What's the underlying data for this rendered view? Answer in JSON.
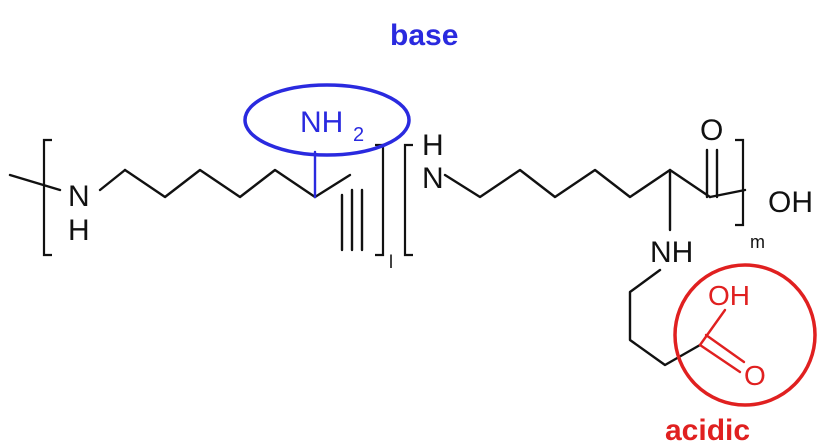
{
  "labels": {
    "base": "base",
    "acidic": "acidic"
  },
  "atoms": {
    "nh_left_n": "N",
    "nh_left_h": "H",
    "nh2_main": "NH",
    "nh2_sub": "2",
    "nh_mid_h": "H",
    "nh_mid_n": "N",
    "carbonyl_o": "O",
    "oh_main": "OH",
    "nh_side": "NH",
    "acid_oh": "OH",
    "acid_o": "O"
  },
  "subscripts": {
    "l": "l",
    "m": "m"
  },
  "colors": {
    "base": "#2a2adf",
    "acidic": "#e02020",
    "bond": "#111111"
  }
}
